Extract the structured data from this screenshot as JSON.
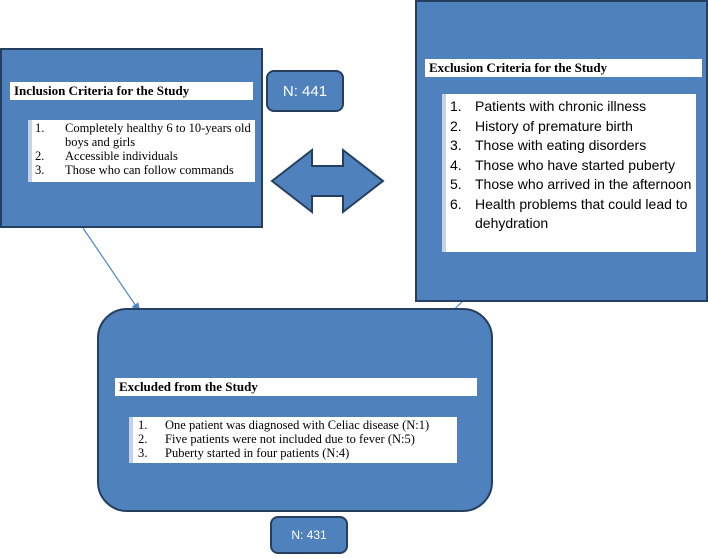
{
  "inclusion": {
    "title": "Inclusion Criteria for the Study",
    "items": [
      {
        "num": "1.",
        "text": "Completely healthy 6 to 10-years old boys and girls"
      },
      {
        "num": "2.",
        "text": "Accessible individuals"
      },
      {
        "num": "3.",
        "text": "Those who can follow commands"
      }
    ]
  },
  "exclusion": {
    "title": "Exclusion Criteria for the Study",
    "items": [
      {
        "num": "1.",
        "text": "Patients with chronic illness"
      },
      {
        "num": "2.",
        "text": "History of premature birth"
      },
      {
        "num": "3.",
        "text": "Those with eating disorders"
      },
      {
        "num": "4.",
        "text": "Those who have started puberty"
      },
      {
        "num": "5.",
        "text": "Those who arrived in the afternoon"
      },
      {
        "num": "6.",
        "text": "Health problems that could lead to dehydration"
      }
    ]
  },
  "excluded": {
    "title": "Excluded from the Study",
    "items": [
      {
        "num": "1.",
        "text": "One patient was diagnosed with Celiac disease (N:1)"
      },
      {
        "num": "2.",
        "text": "Five patients were not included due to fever (N:5)"
      },
      {
        "num": "3.",
        "text": "Puberty started in four patients (N:4)"
      }
    ]
  },
  "n_total": "N: 441",
  "n_final": "N: 431",
  "colors": {
    "box_fill": "#4f81bd",
    "box_border": "#243f60",
    "arrow": "#4a86c8"
  }
}
